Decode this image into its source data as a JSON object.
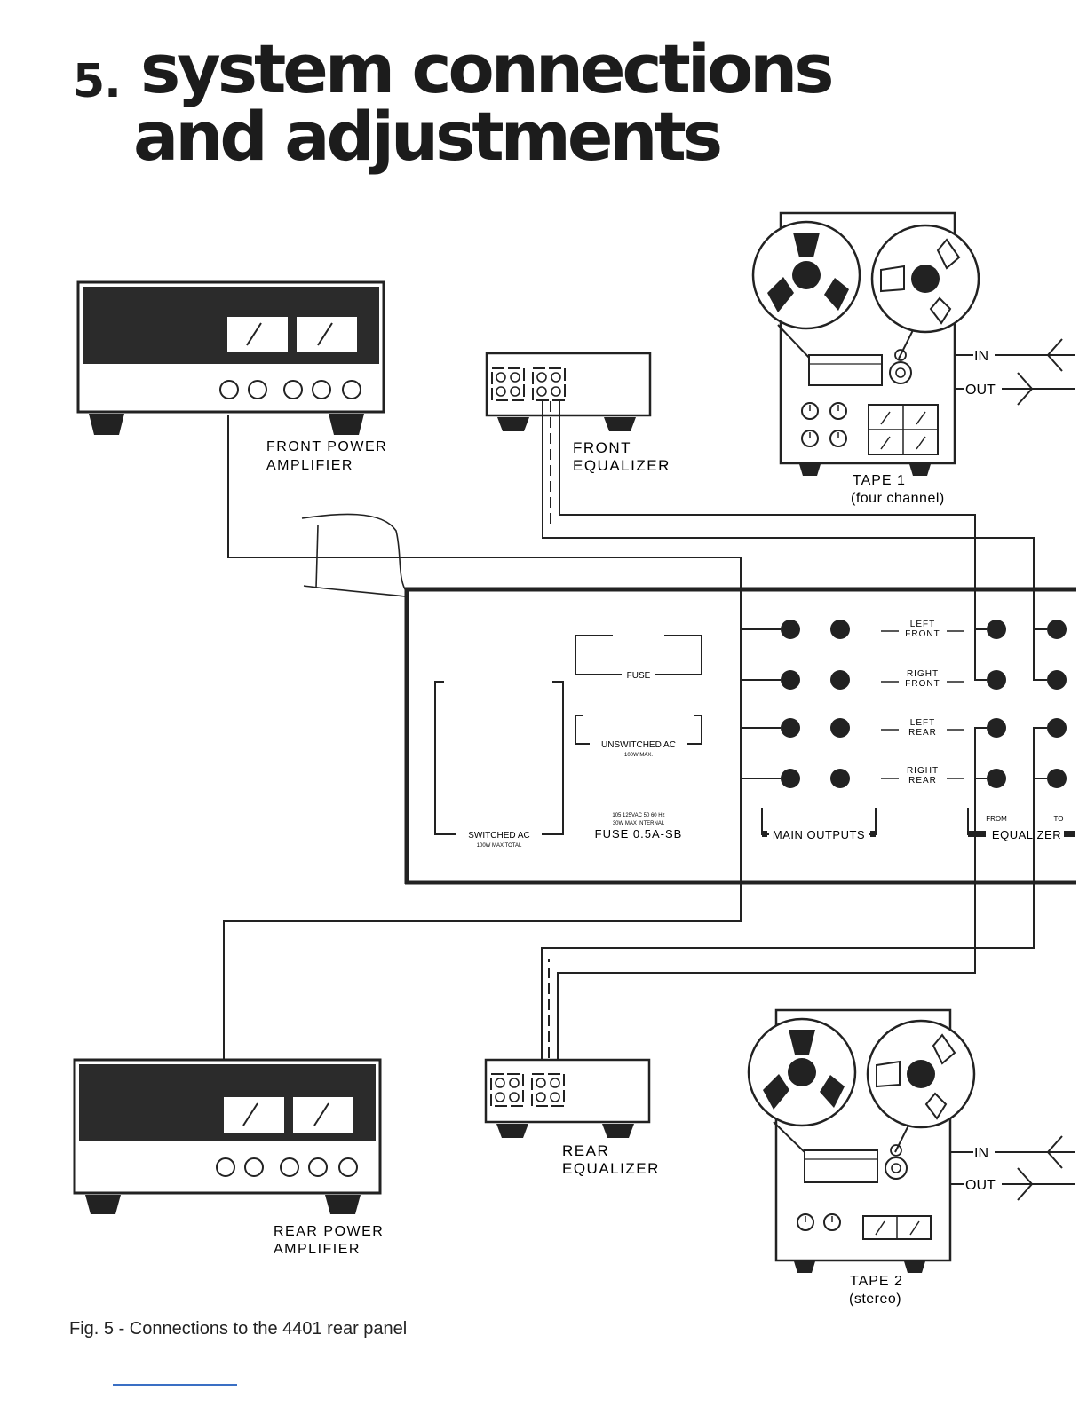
{
  "page": {
    "section_number": "5.",
    "title_line1": "system connections",
    "title_line2": "and adjustments",
    "caption": "Fig. 5 - Connections to the 4401 rear panel"
  },
  "devices": {
    "front_amp": [
      "FRONT POWER",
      "AMPLIFIER"
    ],
    "rear_amp": [
      "REAR POWER",
      "AMPLIFIER"
    ],
    "front_eq": [
      "FRONT",
      "EQUALIZER"
    ],
    "rear_eq": [
      "REAR",
      "EQUALIZER"
    ],
    "tape1": [
      "TAPE 1",
      "(four channel)"
    ],
    "tape2": [
      "TAPE 2",
      "(stereo)"
    ],
    "in_label": "IN",
    "out_label": "OUT"
  },
  "rear_panel": {
    "fuse": "FUSE",
    "unswitched_ac": "UNSWITCHED AC",
    "unswitched_ac_sub": "100W MAX.",
    "switched_ac": "SWITCHED AC",
    "switched_ac_sub": "100W MAX TOTAL",
    "rating_line1": "105 125VAC 50 60 Hz",
    "rating_line2": "30W MAX INTERNAL",
    "fuse_rating": "FUSE 0.5A-SB",
    "channels": [
      "LEFT FRONT",
      "RIGHT FRONT",
      "LEFT REAR",
      "RIGHT REAR"
    ],
    "channel_words": [
      [
        "LEFT",
        "FRONT"
      ],
      [
        "RIGHT",
        "FRONT"
      ],
      [
        "LEFT",
        "REAR"
      ],
      [
        "RIGHT",
        "REAR"
      ]
    ],
    "main_outputs": "MAIN OUTPUTS",
    "from": "FROM",
    "to": "TO",
    "equalizer": "EQUALIZER"
  }
}
